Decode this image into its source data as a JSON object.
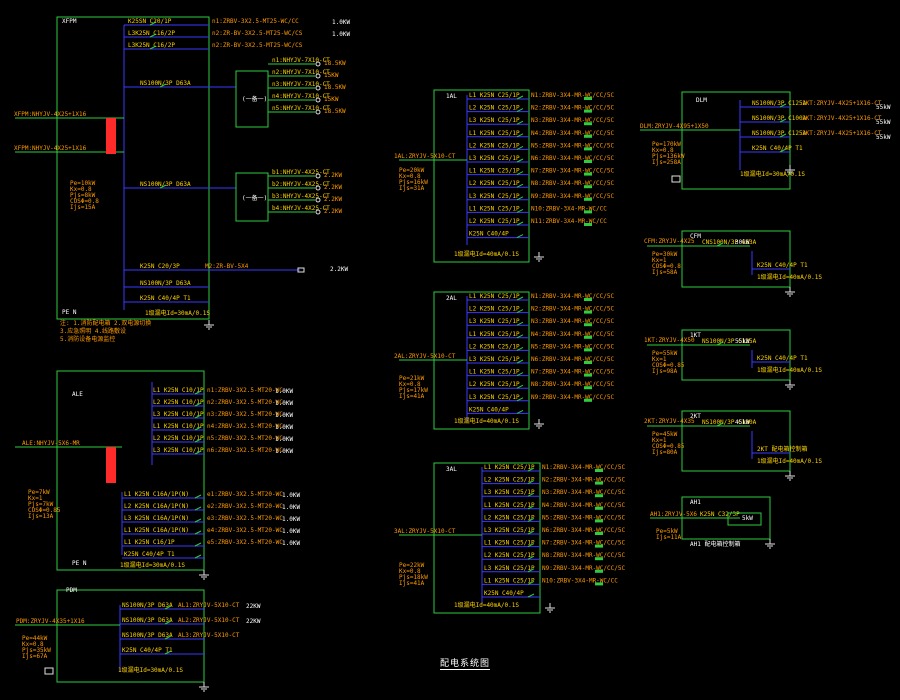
{
  "title": "配电系统图",
  "panels": [
    {
      "id": "XFPM",
      "label": "XFPM"
    },
    {
      "id": "ALE",
      "label": "ALE"
    },
    {
      "id": "PDM",
      "label": "PDM"
    },
    {
      "id": "1AL",
      "label": "1AL"
    },
    {
      "id": "2AL",
      "label": "2AL"
    },
    {
      "id": "3AL",
      "label": "3AL"
    },
    {
      "id": "DLM",
      "label": "DLM"
    },
    {
      "id": "CFM",
      "label": "CFM"
    },
    {
      "id": "1KT",
      "label": "1KT"
    },
    {
      "id": "2KT",
      "label": "2KT"
    },
    {
      "id": "AH1",
      "label": "AH1"
    }
  ],
  "xfpm": {
    "pe_n": "PE   N",
    "outgoing": [
      "K25SN C20/1P",
      "L3K25N C16/2P",
      "L3K25N C16/2P"
    ],
    "ratings": [
      "1.0KW",
      "1.0KW"
    ],
    "breaker1": "NS100N/3P D63A",
    "breaker2": "NS100N/3P D63A",
    "breaker3": "K25N C20/3P",
    "breaker4": "NS100N/3P D63A",
    "breaker5": "K25N C40/4P T1",
    "fire_ctrl": "(一备一)",
    "rating_small": "2.2KW",
    "calc": "Pe=10kW\nKx=0.8\nPjs=8kW\nCOSΦ=0.8\nIjs=15A"
  },
  "ale": {
    "pe_n": "PE   N",
    "circuits": [
      "L1 K25N C10/1P",
      "L2 K25N C10/1P",
      "L3 K25N C10/1P",
      "L1 K25N C10/1P",
      "L2 K25N C10/1P",
      "L3 K25N C10/1P"
    ],
    "circuits2": [
      "L1 K25N C16A/1P(N)",
      "L2 K25N C16A/1P(N)",
      "L3 K25N C16A/1P(N)",
      "L1 K25N C16A/1P(N)",
      "L1 K25N C16/1P",
      "K25N C40/4P T1"
    ],
    "ratings": [
      "1.0KW",
      "1.0KW",
      "1.0KW",
      "1.0KW",
      "1.0KW",
      "1.0KW"
    ],
    "calc": "Pe=7kW\nKx=1\nPjs=7kW\nCOSΦ=0.85\nIjs=13A"
  },
  "pdm": {
    "circuits": [
      "NS100N/3P D63A",
      "NS100N/3P D63A",
      "NS100N/3P D63A",
      "K25N C40/4P T1"
    ],
    "ratings": [
      "22KW",
      "22KW"
    ],
    "calc": "Pe=44kW\nKx=0.8\nPjs=35kW\nIjs=67A"
  },
  "al1": {
    "circuits": [
      "L1 K25N C25/1P",
      "L2 K25N C25/1P",
      "L3 K25N C25/1P",
      "L1 K25N C25/1P",
      "L2 K25N C25/1P",
      "L3 K25N C25/1P",
      "L1 K25N C25/1P",
      "L2 K25N C25/1P",
      "L3 K25N C25/1P",
      "L1 K25N C25/1P",
      "L2 K25N C25/1P",
      "K25N C40/4P"
    ],
    "feeders": [
      "N1:ZRBV-3X4-MR-WC/CC/5C",
      "N2:ZRBV-3X4-MR-WC/CC/5C",
      "N3:ZRBV-3X4-MR-WC/CC/5C",
      "N4:ZRBV-3X4-MR-WC/CC/5C",
      "N5:ZRBV-3X4-MR-WC/CC/5C",
      "N6:ZRBV-3X4-MR-WC/CC/5C",
      "N7:ZRBV-3X4-MR-WC/CC/5C",
      "N8:ZRBV-3X4-MR-WC/CC/5C",
      "N9:ZRBV-3X4-MR-WC/CC/5C",
      "N10:ZRBV-3X4-MR-WC/CC",
      "N11:ZRBV-3X4-MR-WC/CC"
    ],
    "calc": "Pe=20kW\nKx=0.8\nPjs=16kW\nIjs=31A",
    "note": "1级漏电Id=40mA/0.1S"
  },
  "al2": {
    "circuits": [
      "L1 K25N C25/1P",
      "L2 K25N C25/1P",
      "L3 K25N C25/1P",
      "L1 K25N C25/1P",
      "L2 K25N C25/1P",
      "L3 K25N C25/1P",
      "L1 K25N C25/1P",
      "L2 K25N C25/1P",
      "L3 K25N C25/1P",
      "K25N C40/4P"
    ],
    "feeders": [
      "N1:ZRBV-3X4-MR-WC/CC/5C",
      "N2:ZRBV-3X4-MR-WC/CC/5C",
      "N3:ZRBV-3X4-MR-WC/CC/5C",
      "N4:ZRBV-3X4-MR-WC/CC/5C",
      "N5:ZRBV-3X4-MR-WC/CC/5C",
      "N6:ZRBV-3X4-MR-WC/CC/5C",
      "N7:ZRBV-3X4-MR-WC/CC/5C",
      "N8:ZRBV-3X4-MR-WC/CC/5C",
      "N9:ZRBV-3X4-MR-WC/CC/5C"
    ],
    "calc": "Pe=21kW\nKx=0.8\nPjs=17kW\nIjs=41A",
    "note": "1级漏电Id=40mA/0.1S"
  },
  "al3": {
    "circuits": [
      "L1 K25N C25/1P",
      "L2 K25N C25/1P",
      "L3 K25N C25/1P",
      "L1 K25N C25/1P",
      "L2 K25N C25/1P",
      "L3 K25N C25/1P",
      "L1 K25N C25/1P",
      "L2 K25N C25/1P",
      "L3 K25N C25/1P",
      "L1 K25N C25/1P",
      "K25N C40/4P"
    ],
    "feeders": [
      "N1:ZRBV-3X4-MR-WC/CC/5C",
      "N2:ZRBV-3X4-MR-WC/CC/5C",
      "N3:ZRBV-3X4-MR-WC/CC/5C",
      "N4:ZRBV-3X4-MR-WC/CC/5C",
      "N5:ZRBV-3X4-MR-WC/CC/5C",
      "N6:ZRBV-3X4-MR-WC/CC/5C",
      "N7:ZRBV-3X4-MR-WC/CC/5C",
      "N8:ZRBV-3X4-MR-WC/CC/5C",
      "N9:ZRBV-3X4-MR-WC/CC/5C",
      "N10:ZRBV-3X4-MR-WC/CC"
    ],
    "calc": "Pe=22kW\nKx=0.8\nPjs=18kW\nIjs=41A",
    "note": "1级漏电Id=40mA/0.1S"
  },
  "dlm": {
    "circuits": [
      "NS100N/3P C125A",
      "NS100N/3P C100A",
      "NS100N/3P C125A",
      "K25N C40/4P T1"
    ],
    "feeders": [
      "1KT:ZRYJV-4X25+1X16-CT",
      "2KT:ZRYJV-4X25+1X16-CT",
      "3KT:ZRYJV-4X25+1X16-CT"
    ],
    "ratings": [
      "55kW",
      "55kW",
      "55kW"
    ],
    "calc": "Pe=170kW\nKx=0.8\nPjs=136kW\nIjs=258A"
  },
  "cfm": {
    "breaker": "CNS100N/3P C63A",
    "rating": "30kW",
    "calc": "Pe=30kW\nKx=1\nCOSΦ=0.8\nIjs=58A",
    "sub": "K25N C40/4P T1"
  },
  "kt1": {
    "breaker": "NS100N/3P C125A",
    "rating": "55kW",
    "calc": "Pe=55kW\nKx=1\nCOSΦ=0.85\nIjs=98A",
    "sub": "K25N C40/4P T1"
  },
  "kt2": {
    "breaker": "NS100N/3P C100A",
    "rating": "45kW",
    "calc": "Pe=45kW\nKx=1\nCOSΦ=0.85\nIjs=80A",
    "sub": "2KT 配电箱控制箱"
  },
  "ah1": {
    "breaker": "K25N C32/3P",
    "rating": "5kW",
    "calc": "Pe=5kW\nIjs=11A",
    "sub": "AH1 配电箱控制箱"
  }
}
